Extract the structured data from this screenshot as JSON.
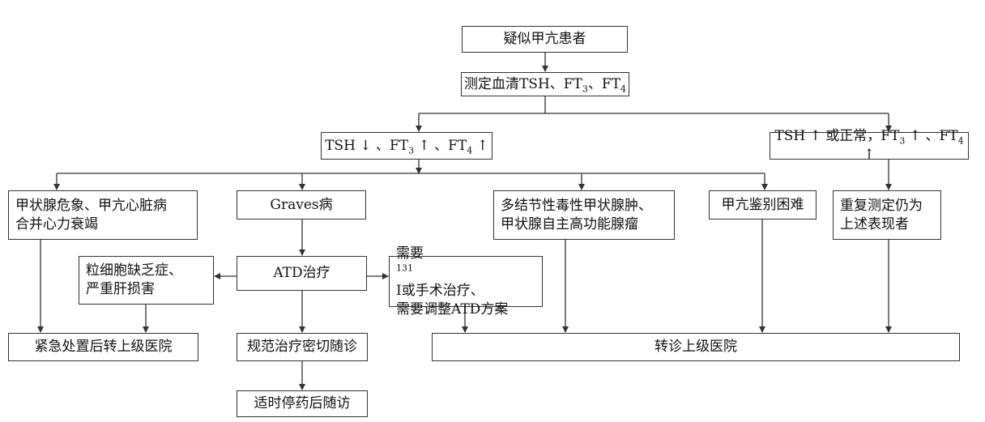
{
  "nodes": {
    "suspect": "疑似甲亢患者",
    "measure": {
      "a": "测定血清TSH、FT",
      "s1": "3",
      "b": "、FT",
      "s2": "4"
    },
    "cond_left": {
      "a": "TSH ↓ 、FT",
      "s1": "3",
      "b": " ↑ 、FT",
      "s2": "4",
      "c": " ↑"
    },
    "cond_right": {
      "a": "TSH ↑ 或正常，FT",
      "s1": "3",
      "b": " ↑ 、FT",
      "s2": "4",
      "c": " ↑"
    },
    "crisis": {
      "line1": "甲状腺危象、甲亢心脏病",
      "line2": "合并心力衰竭"
    },
    "graves": "Graves病",
    "nodular": {
      "line1": "多结节性毒性甲状腺肿、",
      "line2": "甲状腺自主高功能腺瘤"
    },
    "difficult": "甲亢鉴别困难",
    "repeat": {
      "line1": "重复测定仍为",
      "line2": "上述表现者"
    },
    "granulo": {
      "line1": "粒细胞缺乏症、",
      "line2": "严重肝损害"
    },
    "atd": "ATD治疗",
    "need": {
      "l1a": "需要",
      "sup": "131",
      "l1b": "I或手术治疗、",
      "line2": "需要调整ATD方案"
    },
    "emergency": "紧急处置后转上级医院",
    "followup": "规范治疗密切随诊",
    "stop": "适时停药后随访",
    "referral": "转诊上级医院"
  }
}
